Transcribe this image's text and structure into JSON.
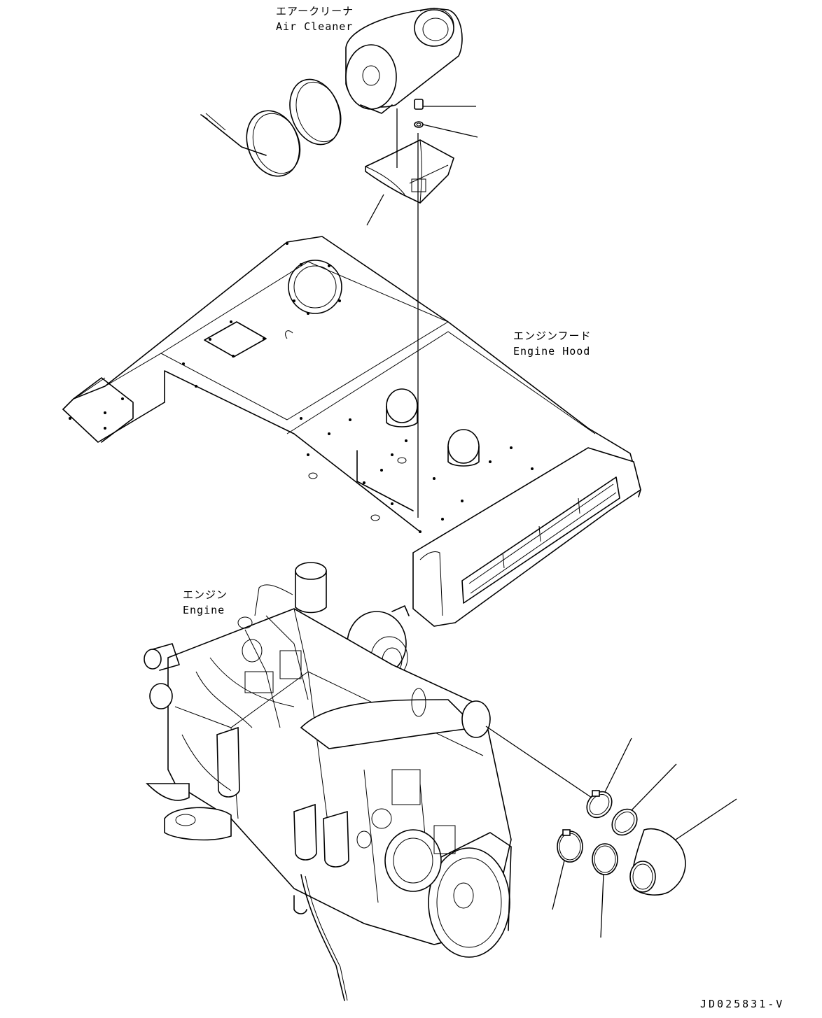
{
  "labels": {
    "air_cleaner": {
      "jp": "エアークリーナ",
      "en": "Air Cleaner"
    },
    "engine_hood": {
      "jp": "エンジンフード",
      "en": "Engine Hood"
    },
    "engine": {
      "jp": "エンジン",
      "en": "Engine"
    }
  },
  "drawing_code": "JD025831-V",
  "colors": {
    "line": "#000000",
    "background": "#ffffff"
  }
}
